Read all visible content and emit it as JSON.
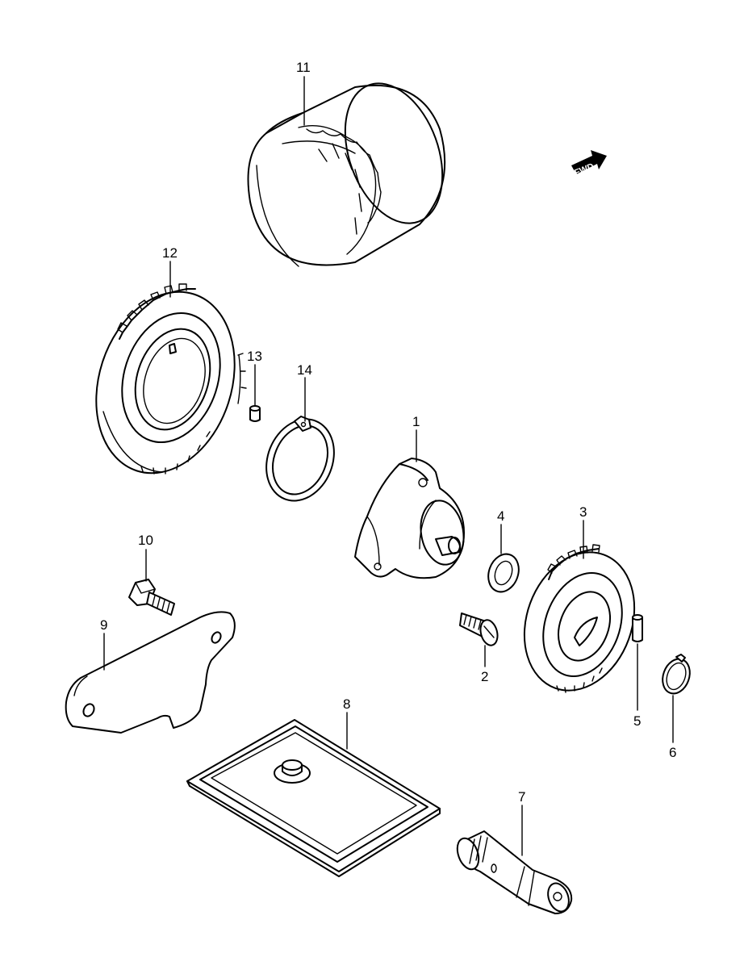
{
  "fwd_label": "FWD",
  "callouts": [
    {
      "id": "1",
      "text": "1"
    },
    {
      "id": "2",
      "text": "2"
    },
    {
      "id": "3",
      "text": "3"
    },
    {
      "id": "4",
      "text": "4"
    },
    {
      "id": "5",
      "text": "5"
    },
    {
      "id": "6",
      "text": "6"
    },
    {
      "id": "7",
      "text": "7"
    },
    {
      "id": "8",
      "text": "8"
    },
    {
      "id": "9",
      "text": "9"
    },
    {
      "id": "10",
      "text": "10"
    },
    {
      "id": "11",
      "text": "11"
    },
    {
      "id": "12",
      "text": "12"
    },
    {
      "id": "13",
      "text": "13"
    },
    {
      "id": "14",
      "text": "14"
    }
  ]
}
